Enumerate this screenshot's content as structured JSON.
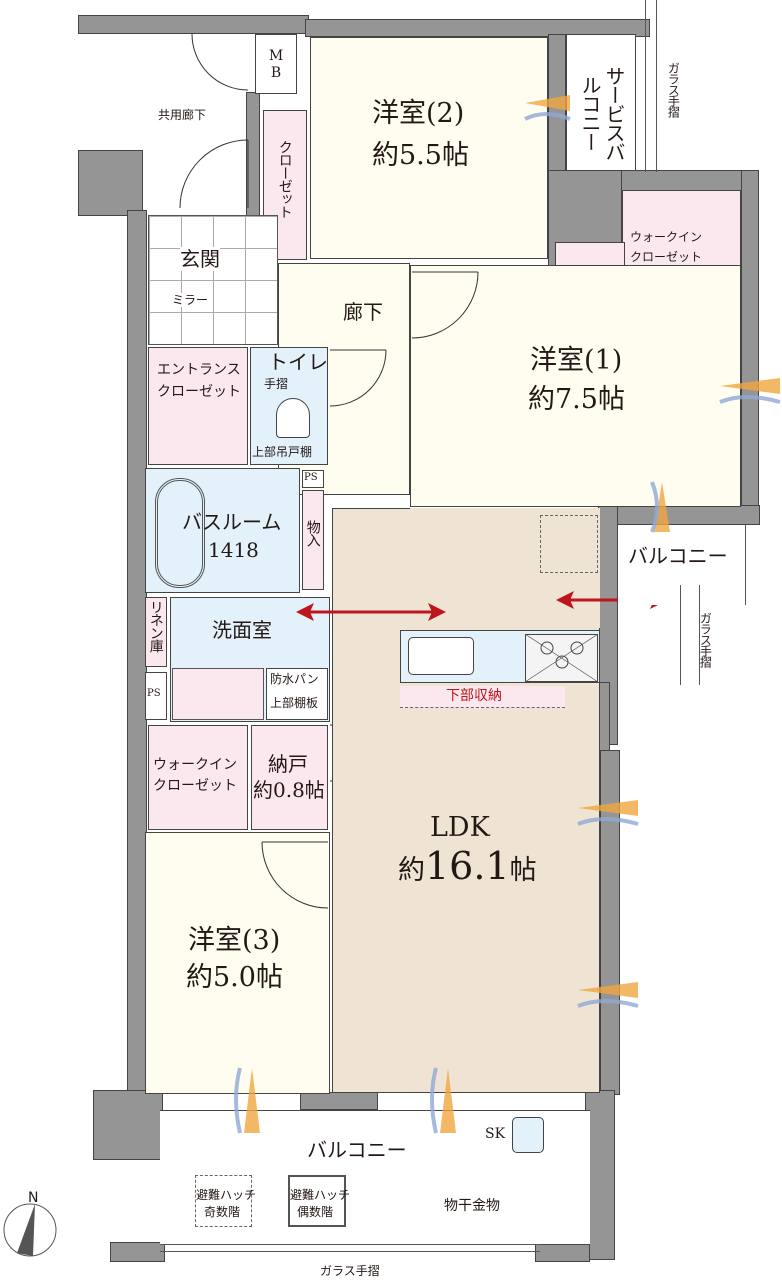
{
  "compass": {
    "label": "N"
  },
  "rooms": {
    "common_corridor": {
      "label": "共用廊下"
    },
    "mb": {
      "label": "MB"
    },
    "western2": {
      "name": "洋室(2)",
      "size": "約5.5帖"
    },
    "service_balcony": {
      "label": "サービスバルコニー"
    },
    "glass_rail_top": {
      "label": "ガラス手摺"
    },
    "closet_w2": {
      "label": "クローゼット"
    },
    "wic_top": {
      "line1": "ウォークイン",
      "line2": "クローゼット"
    },
    "entrance": {
      "label": "玄関",
      "mirror": "ミラー"
    },
    "hallway": {
      "label": "廊下"
    },
    "western1": {
      "name": "洋室(1)",
      "size": "約7.5帖"
    },
    "entrance_closet": {
      "line1": "エントランス",
      "line2": "クローゼット"
    },
    "toilet": {
      "label": "トイレ",
      "handrail": "手摺",
      "shelf": "上部吊戸棚"
    },
    "ps_top": {
      "label": "PS"
    },
    "bathroom": {
      "name": "バスルーム",
      "model": "1418"
    },
    "storage": {
      "label": "物入"
    },
    "balcony_side": {
      "label": "バルコニー"
    },
    "glass_rail_side": {
      "label": "ガラス手摺"
    },
    "linen": {
      "label": "リネン庫"
    },
    "washroom": {
      "label": "洗面室"
    },
    "ps_mid": {
      "label": "PS"
    },
    "waterpan": {
      "line1": "防水パン",
      "line2": "上部棚板"
    },
    "kitchen_storage": {
      "label": "下部収納"
    },
    "wic_mid": {
      "line1": "ウォークイン",
      "line2": "クローゼット"
    },
    "closet_nando": {
      "name": "納戸",
      "size": "約0.8帖"
    },
    "ldk": {
      "name": "LDK",
      "size_prefix": "約",
      "size_value": "16.1",
      "size_unit": "帖"
    },
    "western3": {
      "name": "洋室(3)",
      "size": "約5.0帖"
    },
    "balcony_main": {
      "label": "バルコニー",
      "sk": "SK"
    },
    "hatch_odd": {
      "line1": "避難ハッチ",
      "line2": "奇数階"
    },
    "hatch_even": {
      "line1": "避難ハッチ",
      "line2": "偶数階"
    },
    "laundry_hardware": {
      "label": "物干金物"
    },
    "glass_rail_bottom": {
      "label": "ガラス手摺"
    }
  },
  "colors": {
    "wall": "#959595",
    "room_cream": "#fffdf0",
    "ldk_beige": "#efe3d3",
    "closet_pink": "#fbe8ef",
    "wet_blue": "#e3f1fa",
    "arrow_red": "#c0141c",
    "breeze_orange": "#f0a640",
    "breeze_blue": "#8fa9d6"
  }
}
